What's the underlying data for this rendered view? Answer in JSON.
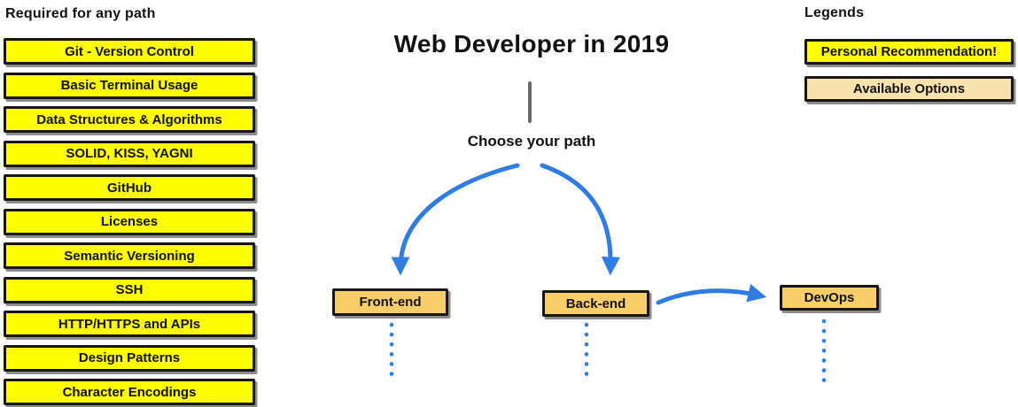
{
  "title": "Web Developer in 2019",
  "subtitle": "Choose your path",
  "required_section": {
    "header": "Required for any path",
    "items": [
      "Git - Version Control",
      "Basic Terminal Usage",
      "Data Structures & Algorithms",
      "SOLID, KISS, YAGNI",
      "GitHub",
      "Licenses",
      "Semantic Versioning",
      "SSH",
      "HTTP/HTTPS and APIs",
      "Design Patterns",
      "Character Encodings"
    ]
  },
  "legends_section": {
    "header": "Legends",
    "items": [
      {
        "label": "Personal Recommendation!",
        "type": "recommendation"
      },
      {
        "label": "Available Options",
        "type": "option"
      }
    ]
  },
  "paths": [
    {
      "label": "Front-end"
    },
    {
      "label": "Back-end"
    },
    {
      "label": "DevOps"
    }
  ],
  "colors": {
    "recommendation_yellow": "#FEFE00",
    "available_option_tan": "#F7E2AE",
    "path_orange": "#F9CE69",
    "arrow_blue": "#2E7CE4",
    "stem_gray": "#6b6b6b",
    "text_black": "#121212"
  }
}
